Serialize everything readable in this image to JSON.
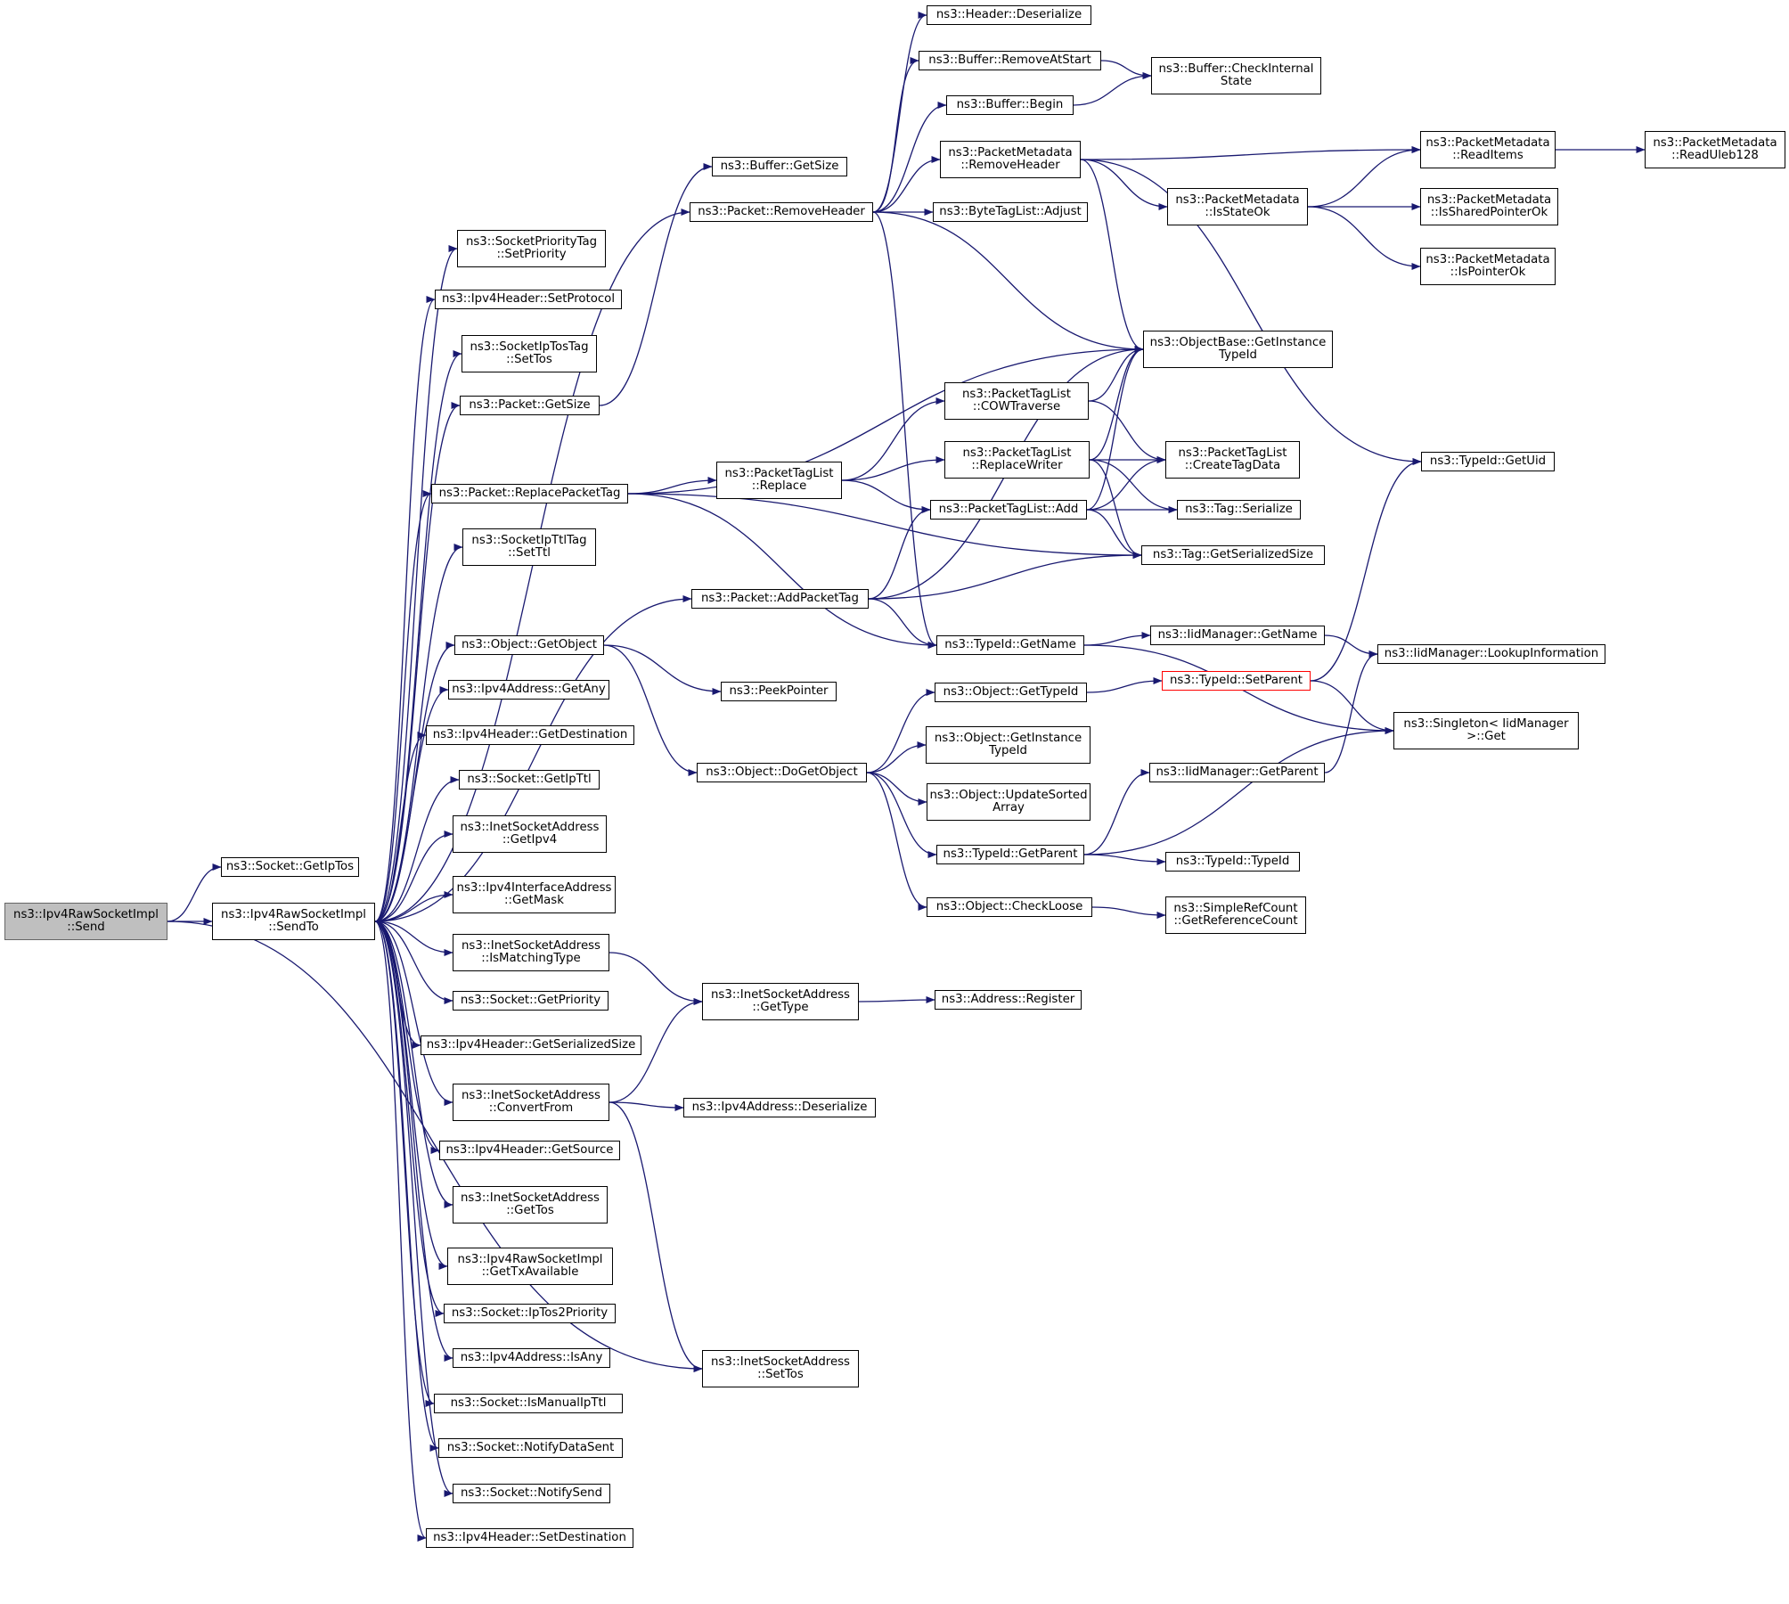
{
  "colors": {
    "edge": "#191970",
    "node_border": "#000000",
    "root_fill": "#bfbfbf",
    "root_border": "#666666",
    "truncated_border": "#ff0000"
  },
  "nodes": [
    {
      "id": "n0",
      "label": "ns3::Ipv4RawSocketImpl\n::Send",
      "style": "root"
    },
    {
      "id": "n1",
      "label": "ns3::Socket::GetIpTos"
    },
    {
      "id": "n2",
      "label": "ns3::Ipv4RawSocketImpl\n::SendTo"
    },
    {
      "id": "n3",
      "label": "ns3::InetSocketAddress\n::SetTos"
    },
    {
      "id": "n4",
      "label": "ns3::SocketPriorityTag\n::SetPriority"
    },
    {
      "id": "n5",
      "label": "ns3::Ipv4Header::SetProtocol"
    },
    {
      "id": "n6",
      "label": "ns3::SocketIpTosTag\n::SetTos"
    },
    {
      "id": "n7",
      "label": "ns3::Packet::GetSize"
    },
    {
      "id": "n8",
      "label": "ns3::Packet::ReplacePacketTag"
    },
    {
      "id": "n9",
      "label": "ns3::SocketIpTtlTag\n::SetTtl"
    },
    {
      "id": "n10",
      "label": "ns3::Object::GetObject"
    },
    {
      "id": "n11",
      "label": "ns3::Ipv4Address::GetAny"
    },
    {
      "id": "n12",
      "label": "ns3::Ipv4Header::GetDestination"
    },
    {
      "id": "n13",
      "label": "ns3::Socket::GetIpTtl"
    },
    {
      "id": "n14",
      "label": "ns3::InetSocketAddress\n::GetIpv4"
    },
    {
      "id": "n15",
      "label": "ns3::Ipv4InterfaceAddress\n::GetMask"
    },
    {
      "id": "n16",
      "label": "ns3::InetSocketAddress\n::IsMatchingType"
    },
    {
      "id": "n17",
      "label": "ns3::Socket::GetPriority"
    },
    {
      "id": "n18",
      "label": "ns3::Ipv4Header::GetSerializedSize"
    },
    {
      "id": "n19",
      "label": "ns3::InetSocketAddress\n::ConvertFrom"
    },
    {
      "id": "n20",
      "label": "ns3::Ipv4Header::GetSource"
    },
    {
      "id": "n21",
      "label": "ns3::InetSocketAddress\n::GetTos"
    },
    {
      "id": "n22",
      "label": "ns3::Ipv4RawSocketImpl\n::GetTxAvailable"
    },
    {
      "id": "n23",
      "label": "ns3::Socket::IpTos2Priority"
    },
    {
      "id": "n24",
      "label": "ns3::Ipv4Address::IsAny"
    },
    {
      "id": "n25",
      "label": "ns3::Socket::IsManualIpTtl"
    },
    {
      "id": "n26",
      "label": "ns3::Socket::NotifyDataSent"
    },
    {
      "id": "n27",
      "label": "ns3::Socket::NotifySend"
    },
    {
      "id": "n28",
      "label": "ns3::Ipv4Header::SetDestination"
    },
    {
      "id": "n29",
      "label": "ns3::Packet::RemoveHeader"
    },
    {
      "id": "n30",
      "label": "ns3::Packet::AddPacketTag"
    },
    {
      "id": "n31",
      "label": "ns3::Buffer::GetSize"
    },
    {
      "id": "n32",
      "label": "ns3::Header::Deserialize"
    },
    {
      "id": "n33",
      "label": "ns3::Buffer::RemoveAtStart"
    },
    {
      "id": "n34",
      "label": "ns3::Buffer::Begin"
    },
    {
      "id": "n35",
      "label": "ns3::PacketMetadata\n::RemoveHeader"
    },
    {
      "id": "n36",
      "label": "ns3::ByteTagList::Adjust"
    },
    {
      "id": "n37",
      "label": "ns3::Buffer::CheckInternal\nState"
    },
    {
      "id": "n38",
      "label": "ns3::ObjectBase::GetInstance\nTypeId"
    },
    {
      "id": "n39",
      "label": "ns3::TypeId::GetName"
    },
    {
      "id": "n40",
      "label": "ns3::PacketTagList\n::Replace"
    },
    {
      "id": "n41",
      "label": "ns3::Tag::GetSerializedSize"
    },
    {
      "id": "n42",
      "label": "ns3::PeekPointer"
    },
    {
      "id": "n43",
      "label": "ns3::Object::DoGetObject"
    },
    {
      "id": "n44",
      "label": "ns3::InetSocketAddress\n::GetType"
    },
    {
      "id": "n45",
      "label": "ns3::Ipv4Address::Deserialize"
    },
    {
      "id": "n46",
      "label": "ns3::PacketMetadata\n::ReadItems"
    },
    {
      "id": "n47",
      "label": "ns3::PacketMetadata\n::IsStateOk"
    },
    {
      "id": "n48",
      "label": "ns3::TypeId::GetUid"
    },
    {
      "id": "n49",
      "label": "ns3::PacketMetadata\n::ReadUleb128"
    },
    {
      "id": "n50",
      "label": "ns3::PacketMetadata\n::IsSharedPointerOk"
    },
    {
      "id": "n51",
      "label": "ns3::PacketMetadata\n::IsPointerOk"
    },
    {
      "id": "n52",
      "label": "ns3::IidManager::GetName"
    },
    {
      "id": "n53",
      "label": "ns3::IidManager::LookupInformation"
    },
    {
      "id": "n54",
      "label": "ns3::Singleton< IidManager\n>::Get"
    },
    {
      "id": "n55",
      "label": "ns3::PacketTagList\n::COWTraverse"
    },
    {
      "id": "n56",
      "label": "ns3::PacketTagList\n::ReplaceWriter"
    },
    {
      "id": "n57",
      "label": "ns3::PacketTagList::Add"
    },
    {
      "id": "n58",
      "label": "ns3::PacketTagList\n::CreateTagData"
    },
    {
      "id": "n59",
      "label": "ns3::Tag::Serialize"
    },
    {
      "id": "n60",
      "label": "ns3::Object::GetTypeId"
    },
    {
      "id": "n61",
      "label": "ns3::Object::GetInstance\nTypeId"
    },
    {
      "id": "n62",
      "label": "ns3::Object::UpdateSorted\nArray"
    },
    {
      "id": "n63",
      "label": "ns3::TypeId::GetParent"
    },
    {
      "id": "n64",
      "label": "ns3::Object::CheckLoose"
    },
    {
      "id": "n65",
      "label": "ns3::TypeId::SetParent",
      "style": "red"
    },
    {
      "id": "n66",
      "label": "ns3::IidManager::GetParent"
    },
    {
      "id": "n67",
      "label": "ns3::TypeId::TypeId"
    },
    {
      "id": "n68",
      "label": "ns3::SimpleRefCount\n::GetReferenceCount"
    },
    {
      "id": "n69",
      "label": "ns3::Address::Register"
    }
  ],
  "edges": [
    [
      "n0",
      "n1"
    ],
    [
      "n0",
      "n2"
    ],
    [
      "n0",
      "n3"
    ],
    [
      "n2",
      "n4"
    ],
    [
      "n2",
      "n5"
    ],
    [
      "n2",
      "n6"
    ],
    [
      "n2",
      "n7"
    ],
    [
      "n2",
      "n8"
    ],
    [
      "n2",
      "n9"
    ],
    [
      "n2",
      "n10"
    ],
    [
      "n2",
      "n11"
    ],
    [
      "n2",
      "n12"
    ],
    [
      "n2",
      "n13"
    ],
    [
      "n2",
      "n14"
    ],
    [
      "n2",
      "n15"
    ],
    [
      "n2",
      "n16"
    ],
    [
      "n2",
      "n17"
    ],
    [
      "n2",
      "n18"
    ],
    [
      "n2",
      "n19"
    ],
    [
      "n2",
      "n20"
    ],
    [
      "n2",
      "n21"
    ],
    [
      "n2",
      "n22"
    ],
    [
      "n2",
      "n23"
    ],
    [
      "n2",
      "n24"
    ],
    [
      "n2",
      "n25"
    ],
    [
      "n2",
      "n26"
    ],
    [
      "n2",
      "n27"
    ],
    [
      "n2",
      "n28"
    ],
    [
      "n2",
      "n29"
    ],
    [
      "n2",
      "n30"
    ],
    [
      "n7",
      "n31"
    ],
    [
      "n8",
      "n38"
    ],
    [
      "n8",
      "n39"
    ],
    [
      "n8",
      "n40"
    ],
    [
      "n8",
      "n41"
    ],
    [
      "n10",
      "n42"
    ],
    [
      "n10",
      "n43"
    ],
    [
      "n16",
      "n44"
    ],
    [
      "n19",
      "n44"
    ],
    [
      "n19",
      "n45"
    ],
    [
      "n19",
      "n3"
    ],
    [
      "n29",
      "n32"
    ],
    [
      "n29",
      "n33"
    ],
    [
      "n29",
      "n34"
    ],
    [
      "n29",
      "n35"
    ],
    [
      "n29",
      "n36"
    ],
    [
      "n29",
      "n38"
    ],
    [
      "n29",
      "n39"
    ],
    [
      "n30",
      "n38"
    ],
    [
      "n30",
      "n57"
    ],
    [
      "n30",
      "n41"
    ],
    [
      "n30",
      "n39"
    ],
    [
      "n33",
      "n37"
    ],
    [
      "n34",
      "n37"
    ],
    [
      "n35",
      "n46"
    ],
    [
      "n35",
      "n47"
    ],
    [
      "n35",
      "n38"
    ],
    [
      "n35",
      "n48"
    ],
    [
      "n46",
      "n49"
    ],
    [
      "n47",
      "n46"
    ],
    [
      "n47",
      "n50"
    ],
    [
      "n47",
      "n51"
    ],
    [
      "n39",
      "n52"
    ],
    [
      "n39",
      "n54"
    ],
    [
      "n52",
      "n53"
    ],
    [
      "n40",
      "n55"
    ],
    [
      "n40",
      "n56"
    ],
    [
      "n40",
      "n57"
    ],
    [
      "n55",
      "n38"
    ],
    [
      "n55",
      "n58"
    ],
    [
      "n56",
      "n38"
    ],
    [
      "n56",
      "n58"
    ],
    [
      "n56",
      "n59"
    ],
    [
      "n56",
      "n41"
    ],
    [
      "n57",
      "n38"
    ],
    [
      "n57",
      "n58"
    ],
    [
      "n57",
      "n59"
    ],
    [
      "n57",
      "n41"
    ],
    [
      "n43",
      "n60"
    ],
    [
      "n43",
      "n61"
    ],
    [
      "n43",
      "n62"
    ],
    [
      "n43",
      "n63"
    ],
    [
      "n43",
      "n64"
    ],
    [
      "n60",
      "n65"
    ],
    [
      "n65",
      "n48"
    ],
    [
      "n65",
      "n54"
    ],
    [
      "n63",
      "n66"
    ],
    [
      "n63",
      "n54"
    ],
    [
      "n63",
      "n67"
    ],
    [
      "n66",
      "n53"
    ],
    [
      "n64",
      "n68"
    ],
    [
      "n44",
      "n69"
    ]
  ]
}
